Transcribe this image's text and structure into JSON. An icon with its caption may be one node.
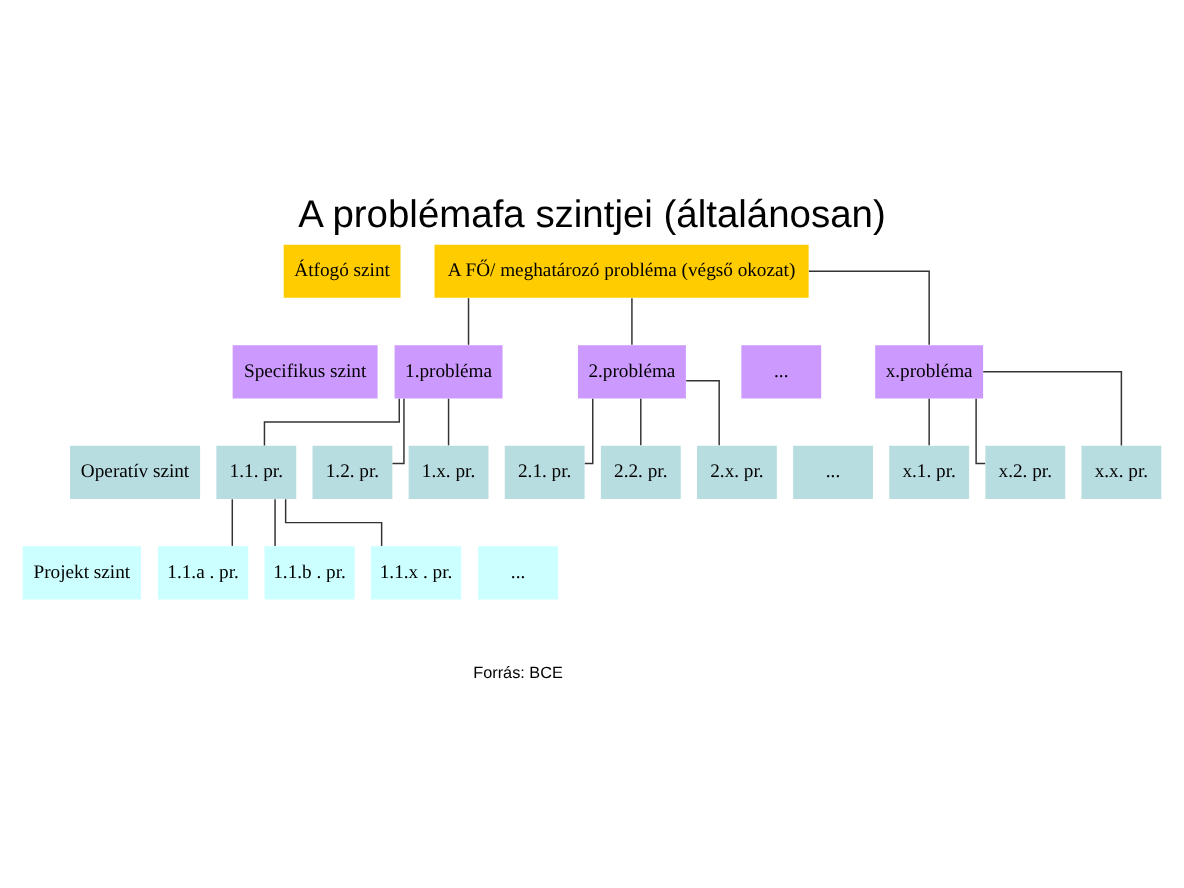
{
  "diagram": {
    "title": "A problémafa szintjei (általánosan)",
    "nodes": [
      {
        "text": [
          "Átfogó szint"
        ]
      },
      {
        "text": [
          "A FŐ/ meghatározó probléma (végső okozat)"
        ]
      },
      {
        "text": [
          "Specifikus szint"
        ]
      },
      {
        "text": [
          "1.probléma"
        ]
      },
      {
        "text": [
          "2.probléma"
        ]
      },
      {
        "text": [
          "..."
        ]
      },
      {
        "text": [
          "x.probléma"
        ]
      },
      {
        "text": [
          "Operatív szint"
        ]
      },
      {
        "text": [
          "1.1. pr."
        ]
      },
      {
        "text": [
          "1.2. pr."
        ]
      },
      {
        "text": [
          "1.x. pr."
        ]
      },
      {
        "text": [
          "2.1. pr."
        ]
      },
      {
        "text": [
          "2.2. pr."
        ]
      },
      {
        "text": [
          "2.x. pr."
        ]
      },
      {
        "text": [
          "..."
        ]
      },
      {
        "text": [
          "x.1. pr."
        ]
      },
      {
        "text": [
          "x.2. pr."
        ]
      },
      {
        "text": [
          "x.x. pr."
        ]
      },
      {
        "text": [
          "Projekt szint"
        ]
      },
      {
        "text": [
          "1.1.a . pr."
        ]
      },
      {
        "text": [
          "1.1.b . pr."
        ]
      },
      {
        "text": [
          "1.1.x . pr."
        ]
      },
      {
        "text": [
          "..."
        ]
      }
    ],
    "edges": [
      {
        "from": 1,
        "to": 3,
        "arrow": "none"
      },
      {
        "from": 1,
        "to": 4,
        "arrow": "none"
      },
      {
        "from": 1,
        "to": 6,
        "arrow": "none"
      },
      {
        "from": 3,
        "to": 8,
        "arrow": "none"
      },
      {
        "from": 3,
        "to": 9,
        "arrow": "none"
      },
      {
        "from": 3,
        "to": 10,
        "arrow": "none"
      },
      {
        "from": 4,
        "to": 11,
        "arrow": "none"
      },
      {
        "from": 4,
        "to": 12,
        "arrow": "none"
      },
      {
        "from": 4,
        "to": 13,
        "arrow": "none"
      },
      {
        "from": 6,
        "to": 15,
        "arrow": "none"
      },
      {
        "from": 6,
        "to": 16,
        "arrow": "none"
      },
      {
        "from": 6,
        "to": 17,
        "arrow": "none"
      },
      {
        "from": 8,
        "to": 19,
        "arrow": "none"
      },
      {
        "from": 8,
        "to": 20,
        "arrow": "none"
      },
      {
        "from": 8,
        "to": 21,
        "arrow": "none"
      }
    ],
    "labels": [
      "Forrás: BCE"
    ]
  }
}
